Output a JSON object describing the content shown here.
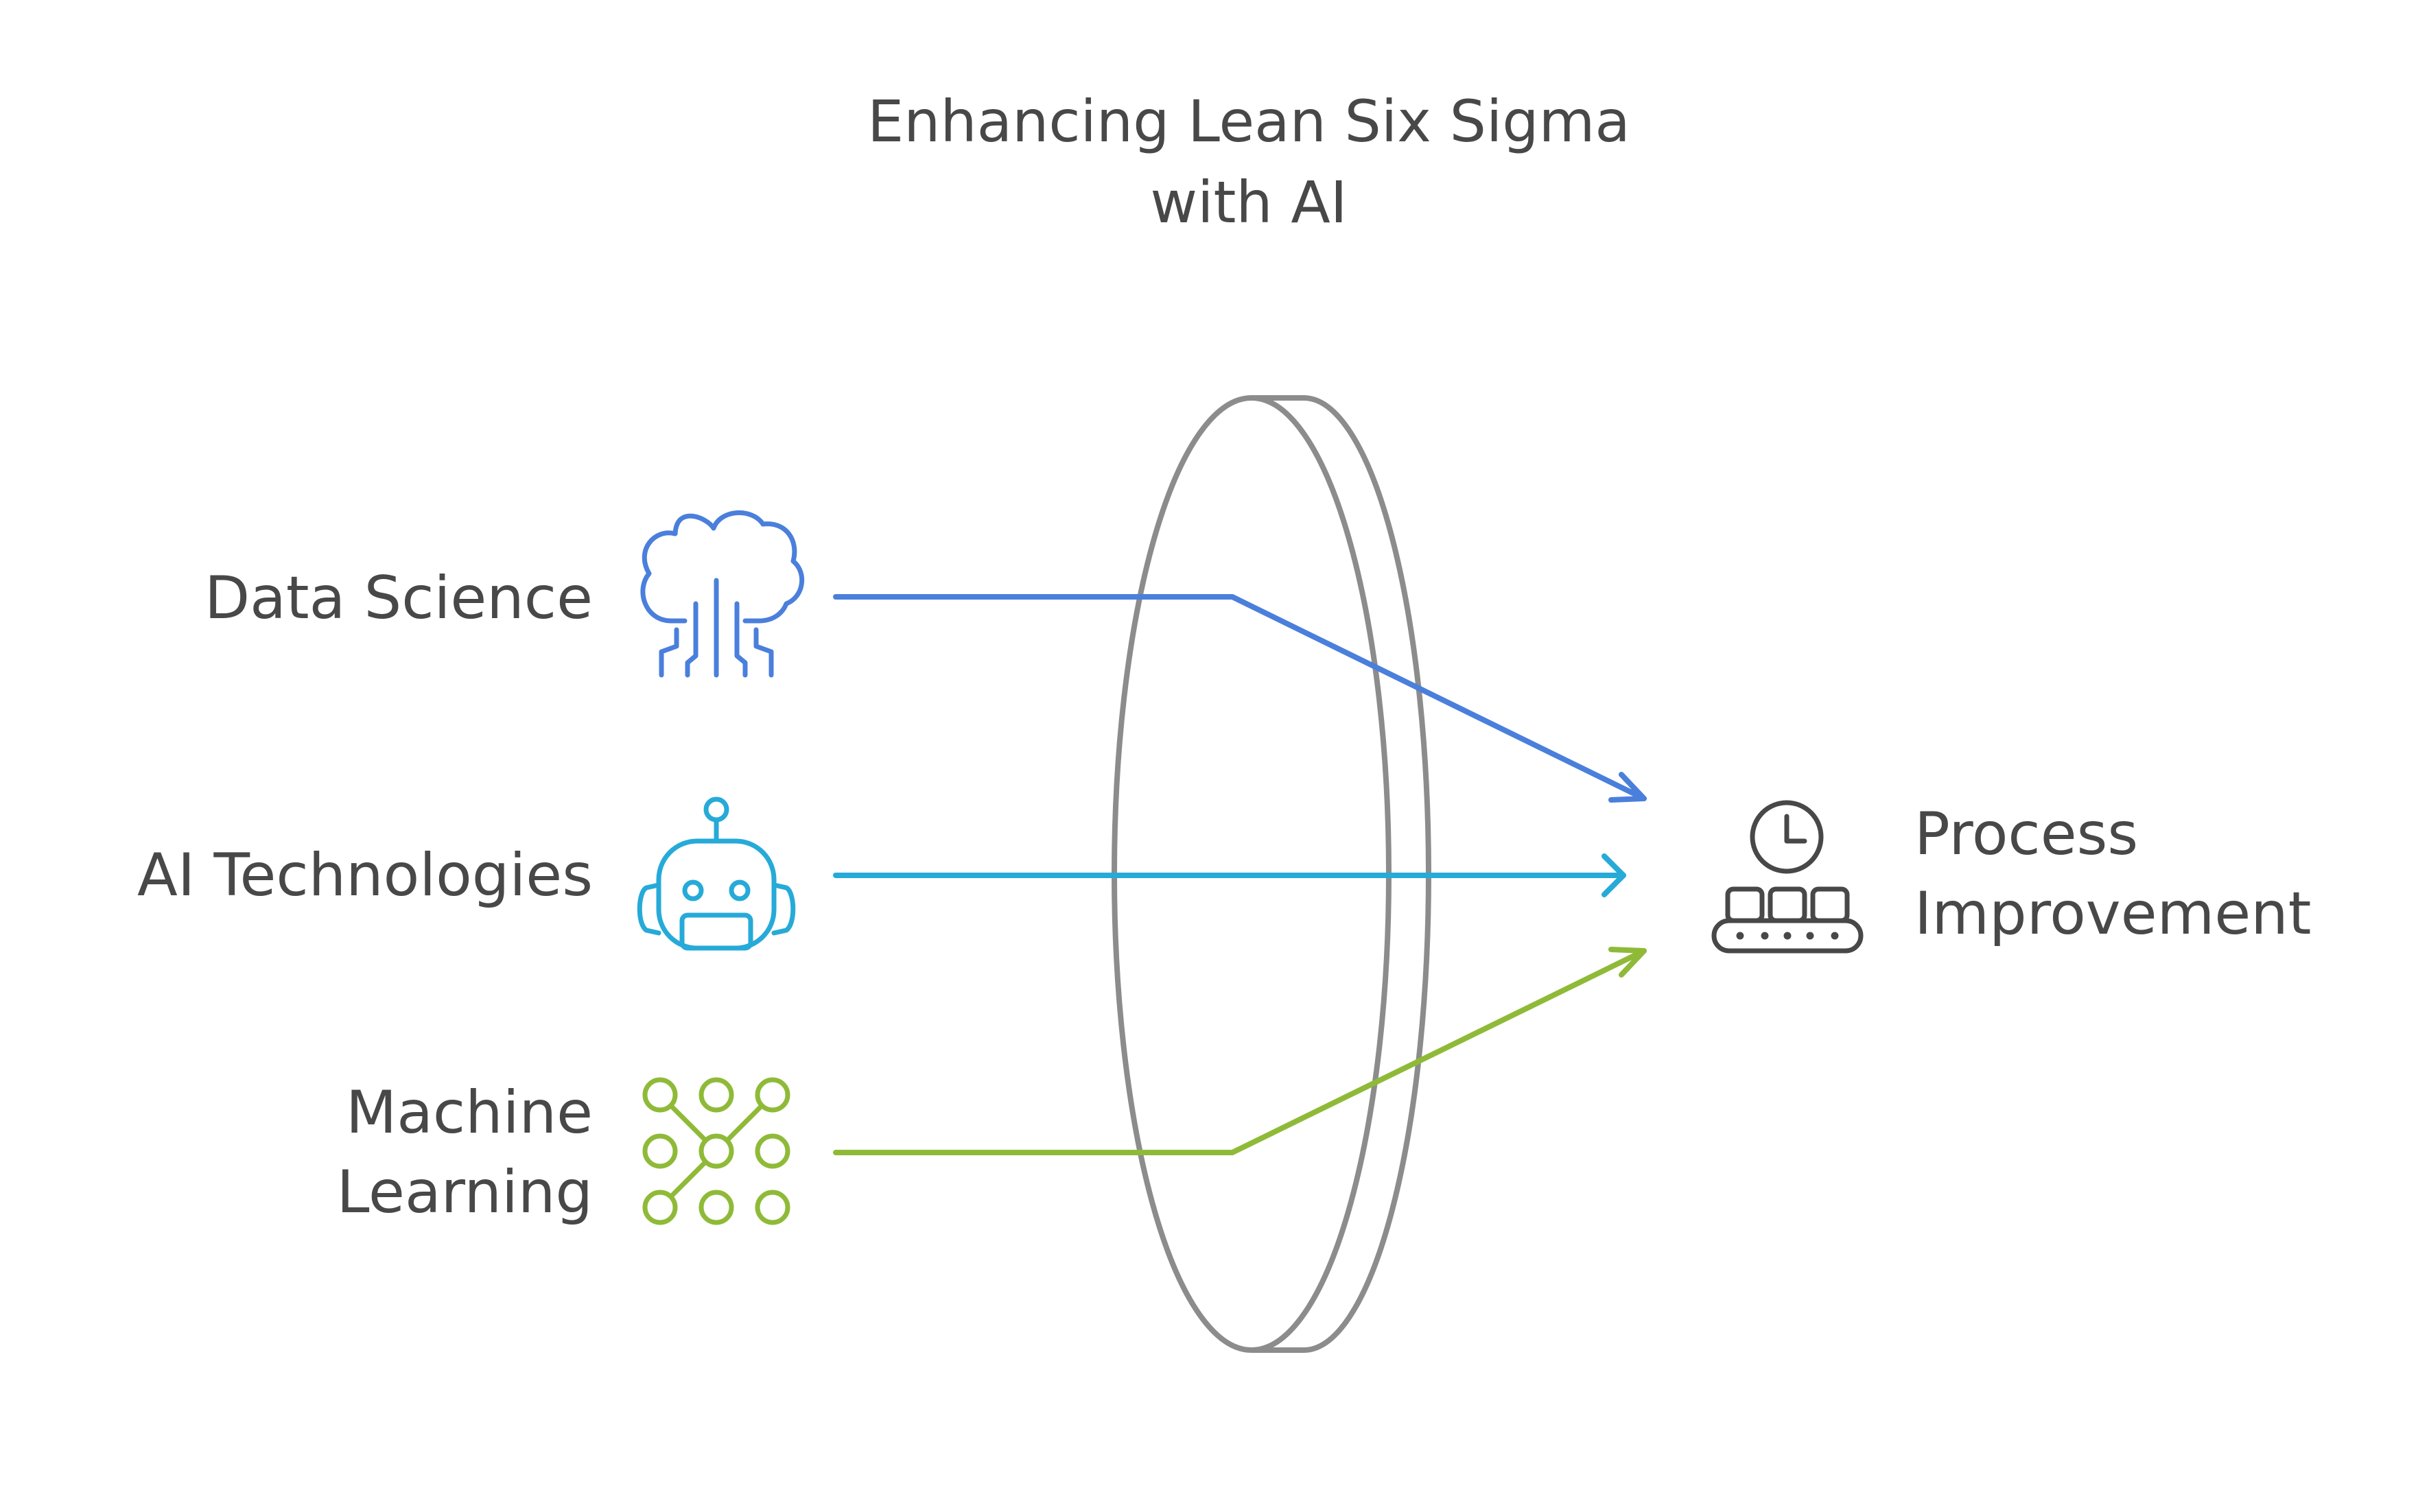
{
  "title": {
    "line1": "Enhancing Lean Six Sigma",
    "line2": "with AI"
  },
  "inputs": [
    {
      "label_lines": [
        "Data Science"
      ],
      "icon": "cloud-data-icon",
      "color": "#4a7fdc"
    },
    {
      "label_lines": [
        "AI Technologies"
      ],
      "icon": "robot-icon",
      "color": "#26aad8"
    },
    {
      "label_lines": [
        "Machine",
        "Learning"
      ],
      "icon": "neural-network-icon",
      "color": "#8fba38"
    }
  ],
  "output": {
    "label_lines": [
      "Process",
      "Improvement"
    ],
    "icon": "conveyor-clock-icon",
    "color": "#484848"
  },
  "lens": {
    "color": "#8c8c8c"
  }
}
